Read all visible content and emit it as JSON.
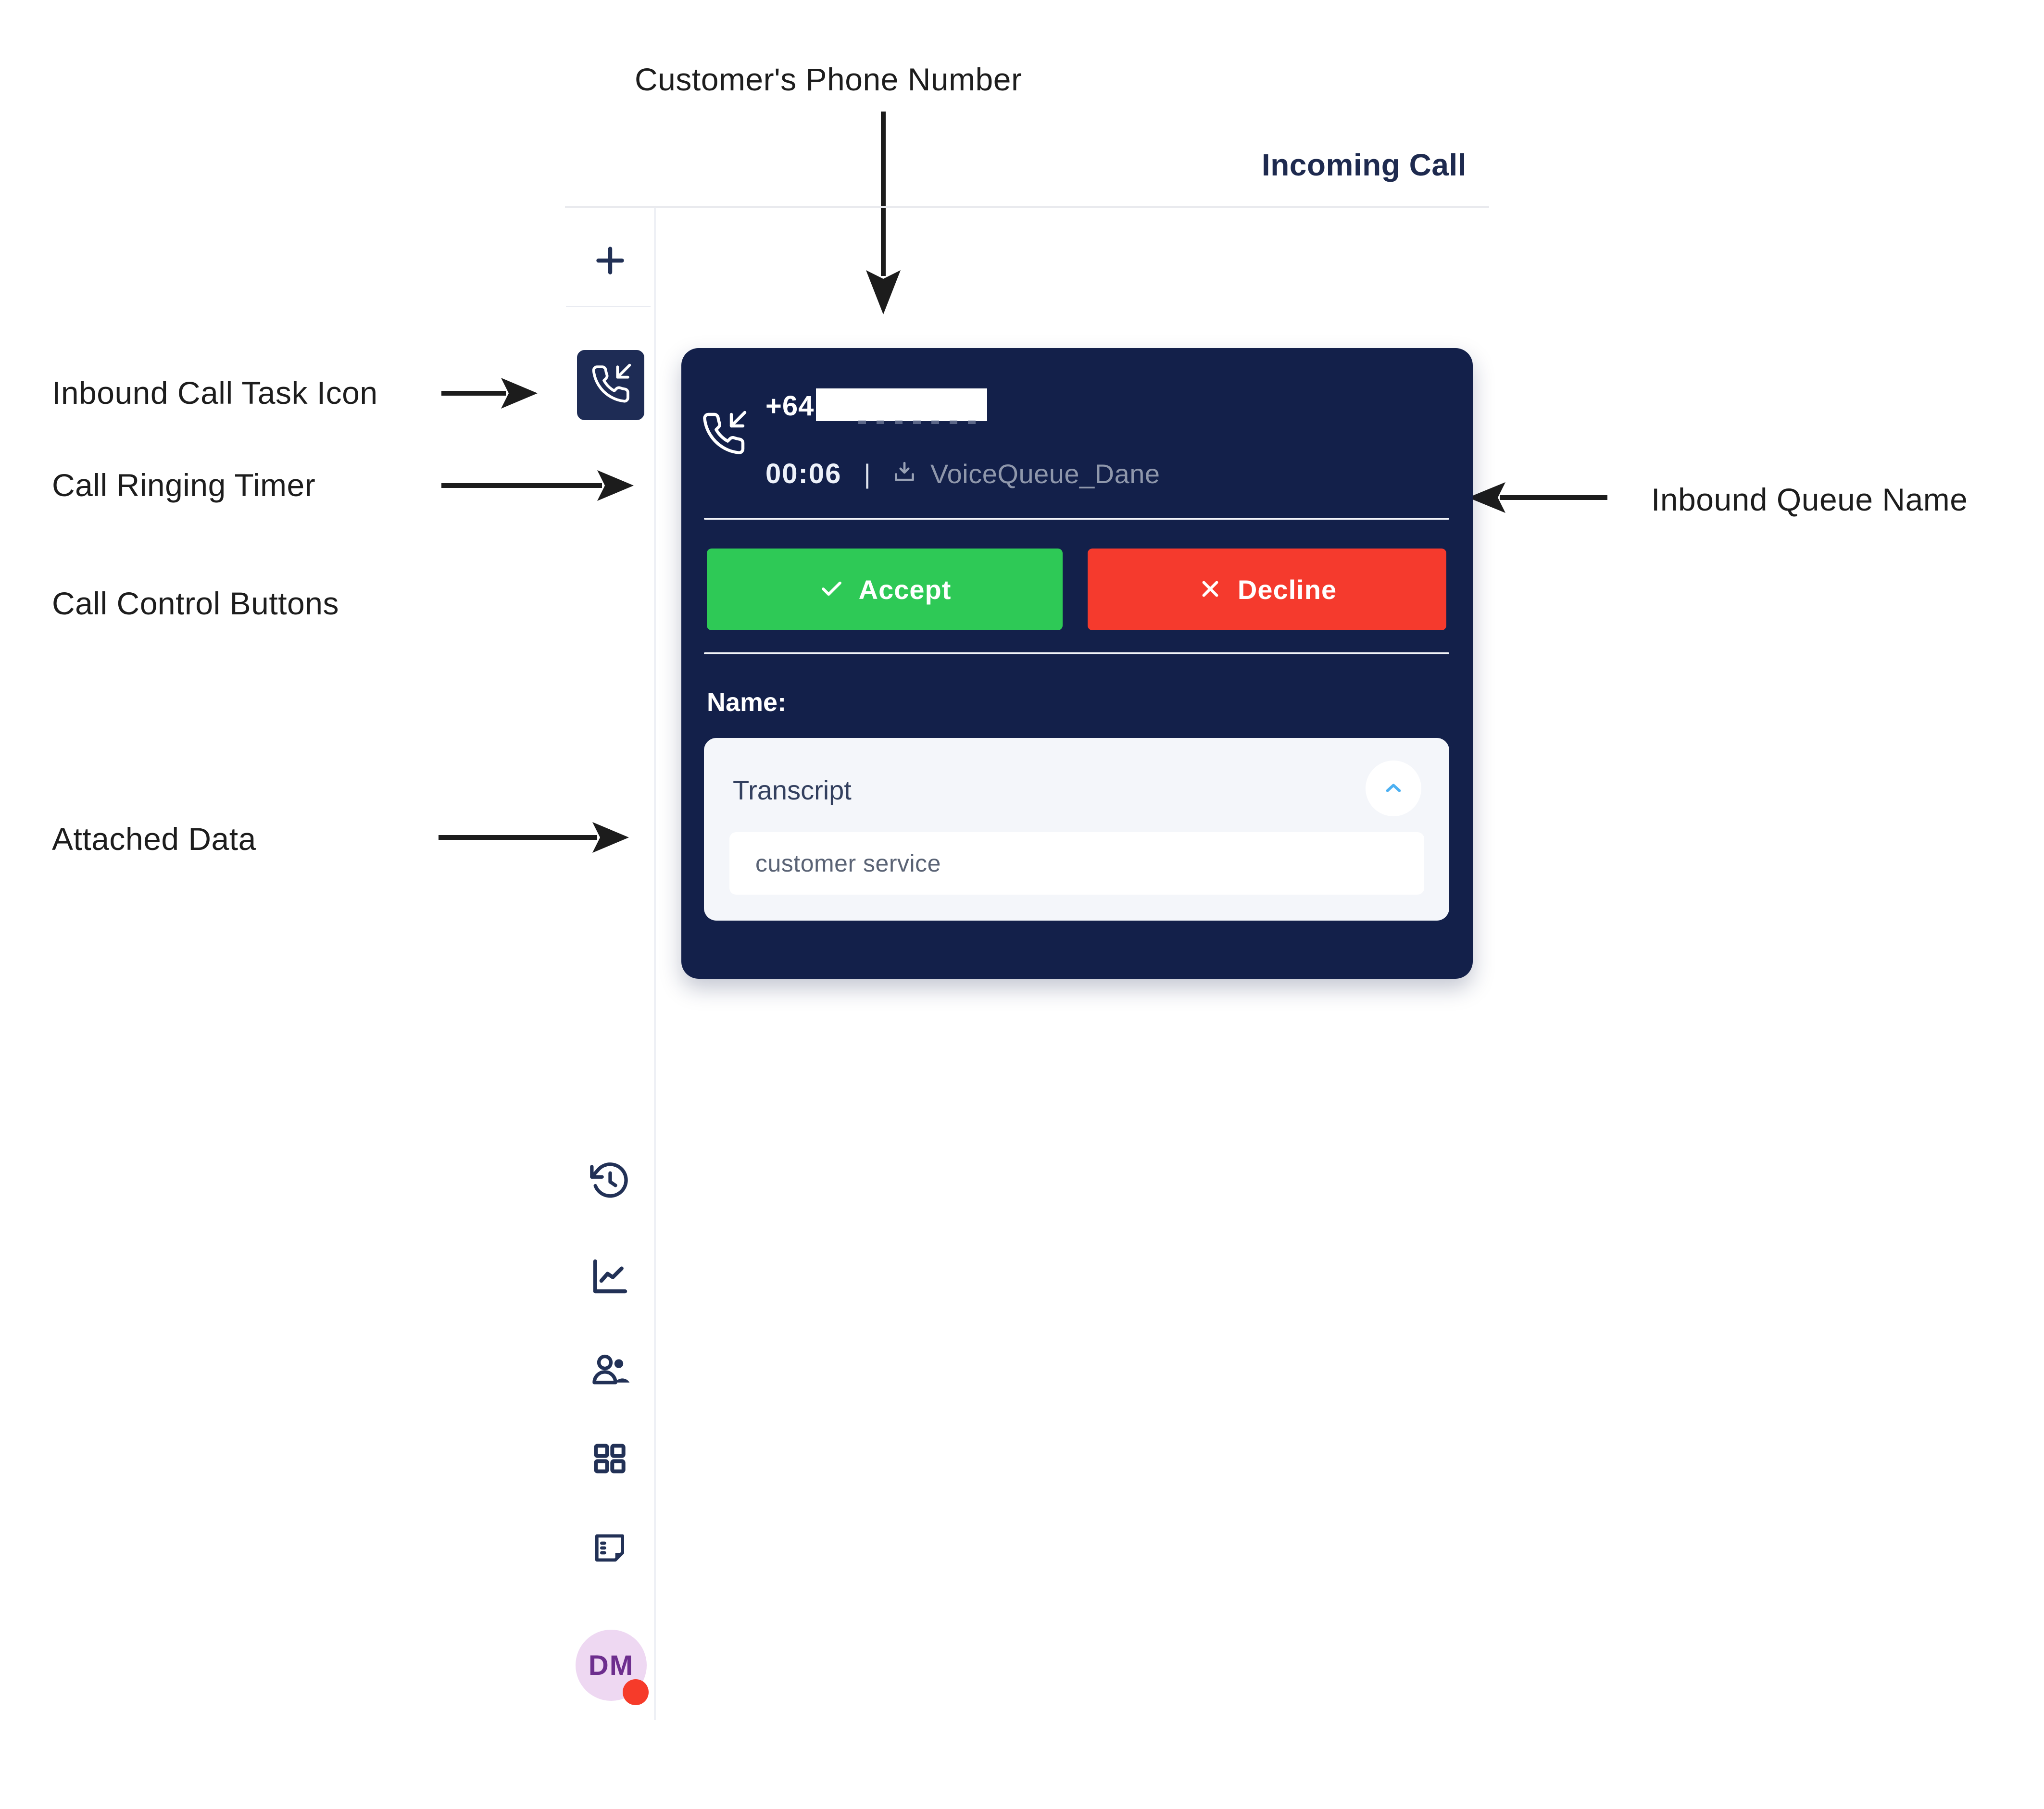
{
  "annotations": {
    "customer_phone_label": "Customer's Phone Number",
    "inbound_task_label": "Inbound Call Task Icon",
    "ringing_timer_label": "Call Ringing Timer",
    "call_controls_label": "Call Control Buttons",
    "attached_data_label": "Attached Data",
    "inbound_queue_label": "Inbound Queue Name"
  },
  "header": {
    "title": "Incoming Call"
  },
  "sidebar": {
    "avatar_initials": "DM",
    "icons": [
      {
        "name": "add-task",
        "glyph": "plus-icon"
      },
      {
        "name": "inbound-call-task",
        "glyph": "phone-incoming-icon",
        "active": true
      },
      {
        "name": "history",
        "glyph": "history-icon"
      },
      {
        "name": "reports",
        "glyph": "line-chart-icon"
      },
      {
        "name": "agents",
        "glyph": "agents-icon"
      },
      {
        "name": "apps",
        "glyph": "grid-icon"
      },
      {
        "name": "notes",
        "glyph": "note-icon"
      }
    ]
  },
  "call_card": {
    "phone_prefix": "+64",
    "ring_timer": "00:06",
    "timer_separator": "|",
    "queue_name": "VoiceQueue_Dane",
    "accept_label": "Accept",
    "decline_label": "Decline",
    "name_label": "Name:",
    "transcript_title": "Transcript",
    "transcript_value": "customer service"
  },
  "colors": {
    "card_bg": "#13204a",
    "accept_green": "#2ec956",
    "decline_red": "#f53a2d",
    "navy_text": "#1e2a4f",
    "queue_gray": "#8f97ab",
    "chevron_blue": "#4cb0f2",
    "avatar_bg": "#eed8f2",
    "avatar_text": "#6d2e8e",
    "status_red": "#f63b2a"
  }
}
